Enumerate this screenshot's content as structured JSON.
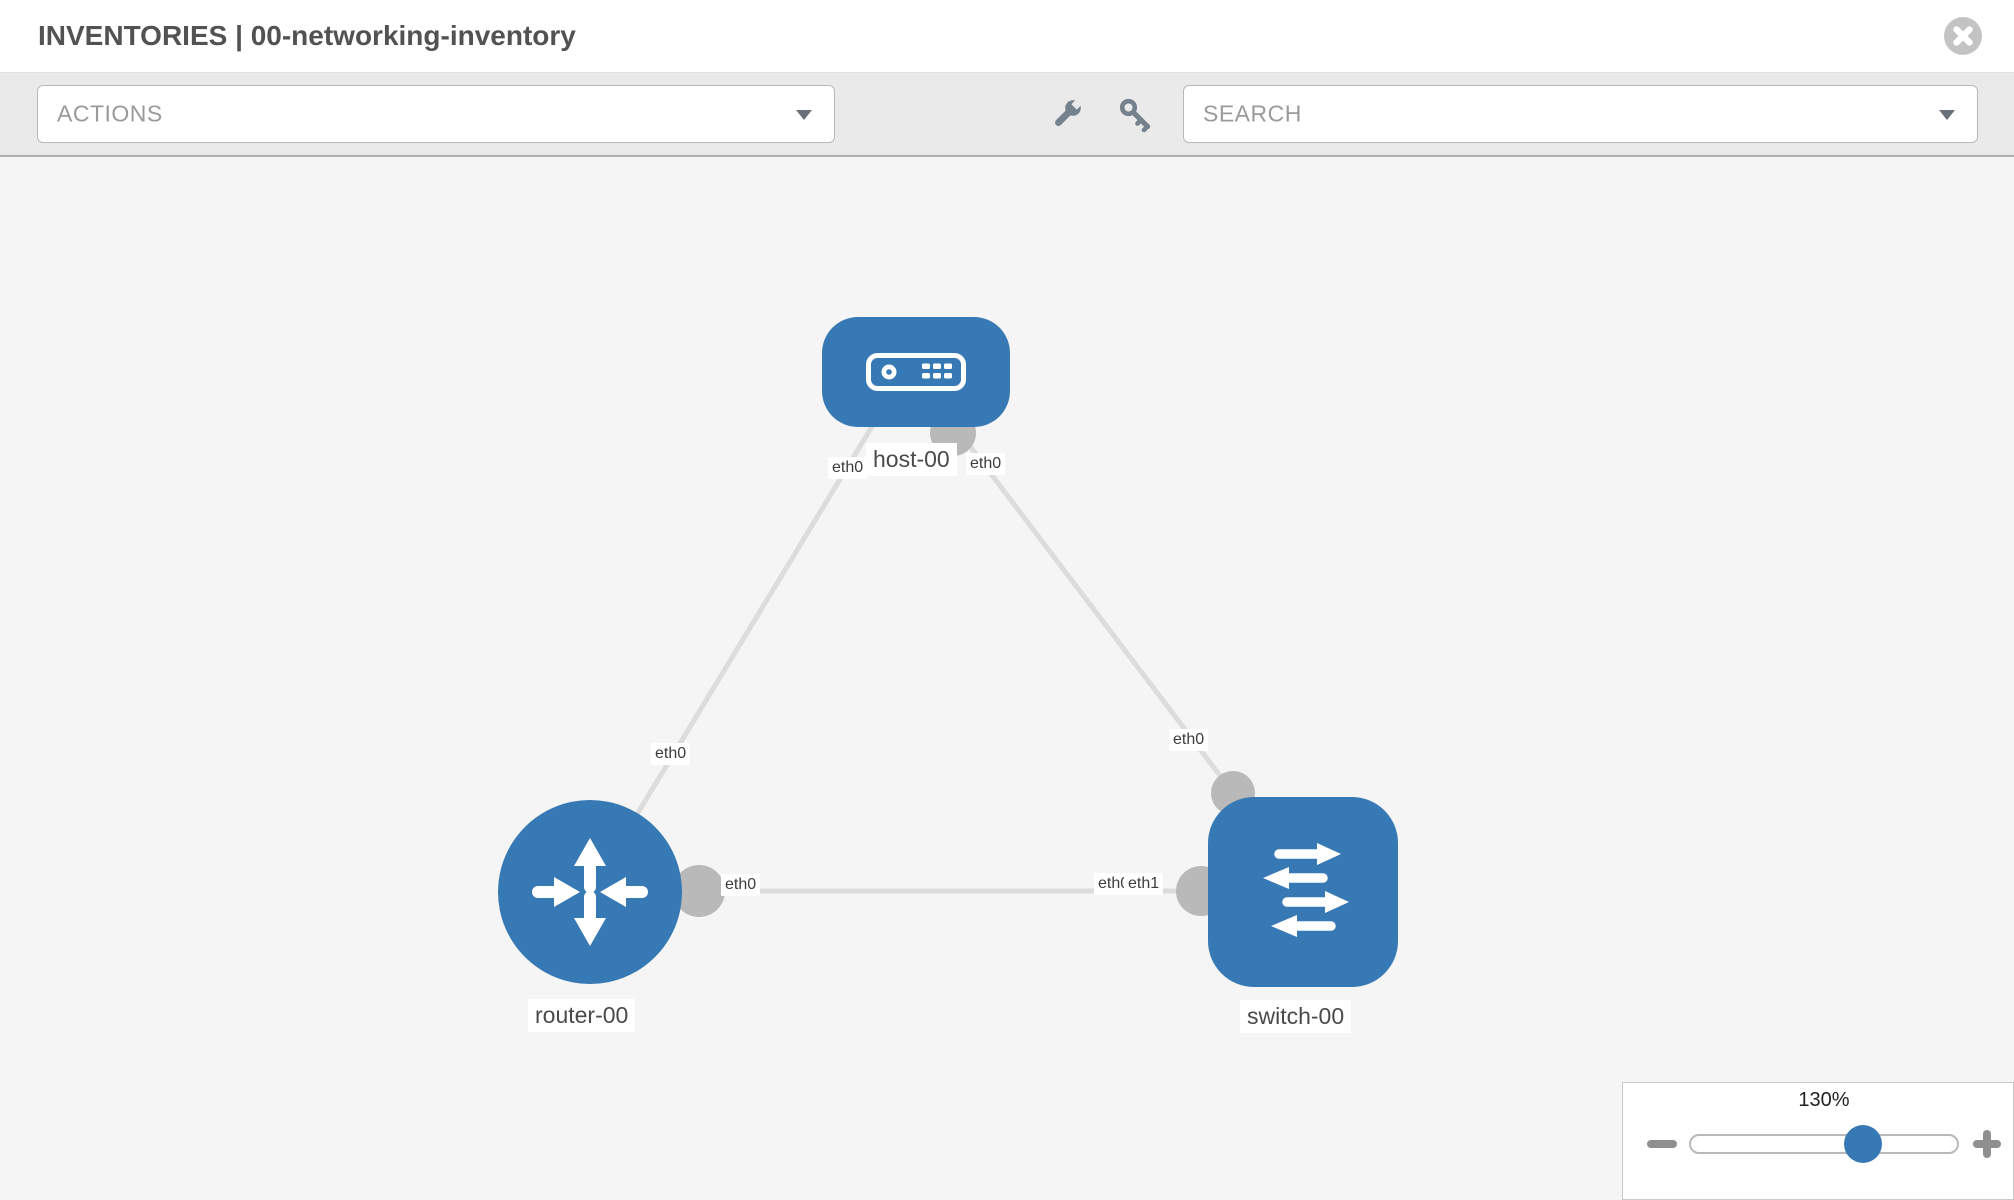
{
  "header": {
    "title": "INVENTORIES | 00-networking-inventory"
  },
  "toolbar": {
    "actions_label": "ACTIONS",
    "search_label": "SEARCH"
  },
  "topology": {
    "nodes": [
      {
        "id": "host-00",
        "label": "host-00",
        "type": "host"
      },
      {
        "id": "router-00",
        "label": "router-00",
        "type": "router"
      },
      {
        "id": "switch-00",
        "label": "switch-00",
        "type": "switch"
      }
    ],
    "links": [
      {
        "from": "router-00",
        "to": "host-00",
        "from_interface": "eth0",
        "to_interface": "eth0"
      },
      {
        "from": "switch-00",
        "to": "host-00",
        "from_interface": "eth0",
        "to_interface": "eth0"
      },
      {
        "from": "router-00",
        "to": "switch-00",
        "from_interface": "eth0",
        "to_interface": "eth1"
      }
    ],
    "interface_labels": [
      {
        "text": "eth0"
      },
      {
        "text": "eth0"
      },
      {
        "text": "eth0"
      },
      {
        "text": "eth0"
      },
      {
        "text": "eth0"
      },
      {
        "text": "eth0"
      },
      {
        "text": "eth1"
      }
    ],
    "colors": {
      "node": "#3779b5",
      "link": "#dcdcdc",
      "interface_dot": "#b9b9b9"
    }
  },
  "zoom_control": {
    "level": "130%"
  }
}
